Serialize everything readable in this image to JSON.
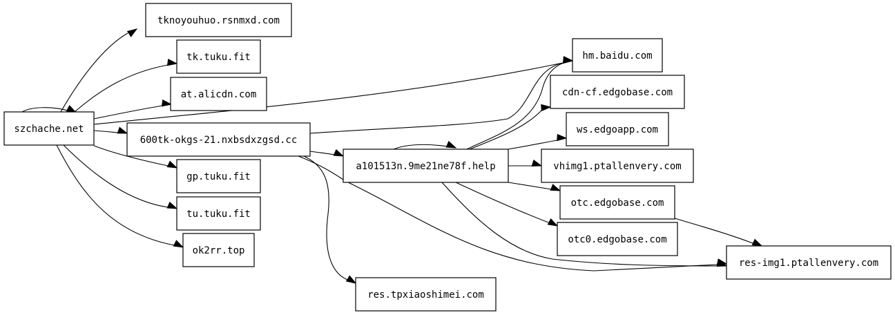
{
  "graph": {
    "nodes": {
      "szchache": "szchache.net",
      "tknoyouhuo": "tknoyouhuo.rsnmxd.com",
      "tk_tuku": "tk.tuku.fit",
      "at_alicdn": "at.alicdn.com",
      "n600tk": "600tk-okgs-21.nxbsdxzgsd.cc",
      "gp_tuku": "gp.tuku.fit",
      "tu_tuku": "tu.tuku.fit",
      "ok2rr": "ok2rr.top",
      "a101513n": "a101513n.9me21ne78f.help",
      "res_tpx": "res.tpxiaoshimei.com",
      "hm_baidu": "hm.baidu.com",
      "cdn_cf": "cdn-cf.edgobase.com",
      "ws_edgo": "ws.edgoapp.com",
      "vhimg1": "vhimg1.ptallenvery.com",
      "otc": "otc.edgobase.com",
      "otc0": "otc0.edgobase.com",
      "res_img1": "res-img1.ptallenvery.com"
    },
    "edges": [
      {
        "from": "szchache",
        "to": "szchache"
      },
      {
        "from": "szchache",
        "to": "tknoyouhuo"
      },
      {
        "from": "szchache",
        "to": "tk_tuku"
      },
      {
        "from": "szchache",
        "to": "at_alicdn"
      },
      {
        "from": "szchache",
        "to": "hm_baidu"
      },
      {
        "from": "szchache",
        "to": "n600tk"
      },
      {
        "from": "szchache",
        "to": "gp_tuku"
      },
      {
        "from": "szchache",
        "to": "tu_tuku"
      },
      {
        "from": "szchache",
        "to": "ok2rr"
      },
      {
        "from": "n600tk",
        "to": "hm_baidu"
      },
      {
        "from": "n600tk",
        "to": "a101513n"
      },
      {
        "from": "n600tk",
        "to": "res_tpx"
      },
      {
        "from": "n600tk",
        "to": "res_img1"
      },
      {
        "from": "a101513n",
        "to": "a101513n"
      },
      {
        "from": "a101513n",
        "to": "hm_baidu"
      },
      {
        "from": "a101513n",
        "to": "cdn_cf"
      },
      {
        "from": "a101513n",
        "to": "ws_edgo"
      },
      {
        "from": "a101513n",
        "to": "vhimg1"
      },
      {
        "from": "a101513n",
        "to": "otc"
      },
      {
        "from": "a101513n",
        "to": "otc0"
      },
      {
        "from": "a101513n",
        "to": "res_img1"
      },
      {
        "from": "otc",
        "to": "res_img1"
      }
    ]
  }
}
